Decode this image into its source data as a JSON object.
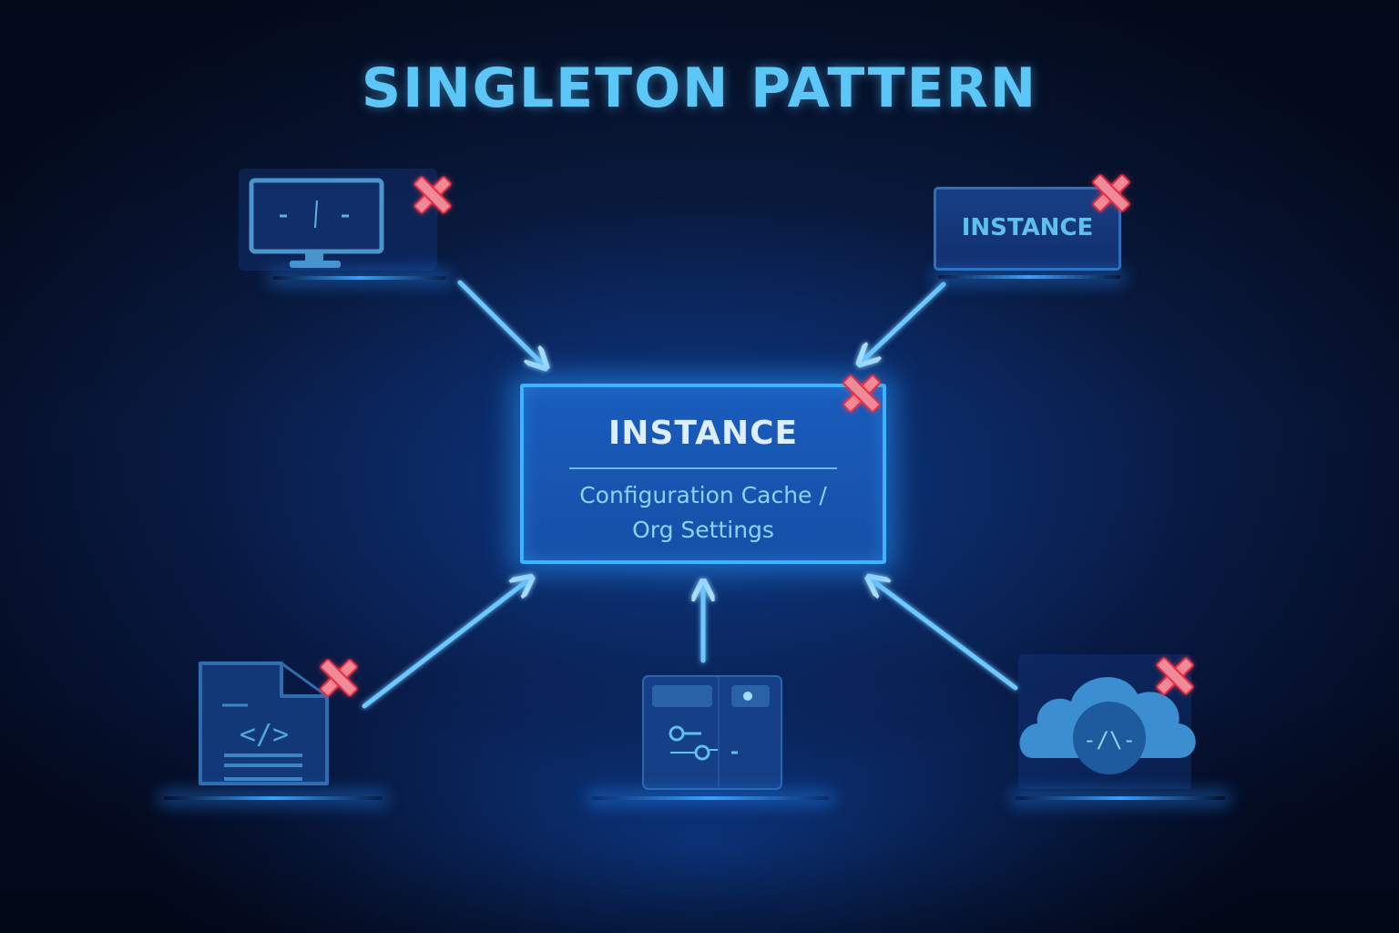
{
  "title": "SINGLETON PATTERN",
  "center": {
    "title": "INSTANCE",
    "subtitle_line1": "Configuration Cache /",
    "subtitle_line2": "Org Settings",
    "rejected_marker": "x-mark"
  },
  "clients": [
    {
      "id": "monitor",
      "icon": "monitor-icon",
      "position": "top-left",
      "marker": "x-mark"
    },
    {
      "id": "instance-copy",
      "label": "INSTANCE",
      "position": "top-right",
      "marker": "x-mark"
    },
    {
      "id": "code-file",
      "icon": "code-file-icon",
      "glyph": "</>",
      "position": "bottom-left",
      "marker": "x-mark"
    },
    {
      "id": "settings-panel",
      "icon": "settings-panel-icon",
      "position": "bottom-center",
      "marker": "none"
    },
    {
      "id": "cloud",
      "icon": "cloud-icon",
      "glyph": "-/\\-",
      "position": "bottom-right",
      "marker": "x-mark"
    }
  ],
  "colors": {
    "background": "#0a1d48",
    "title": "#5cc6f7",
    "center_border": "#3cb4ff",
    "center_fill": "#1a5cbc",
    "arrow": "#6cc8ff",
    "reject_x": "#e0314a"
  }
}
